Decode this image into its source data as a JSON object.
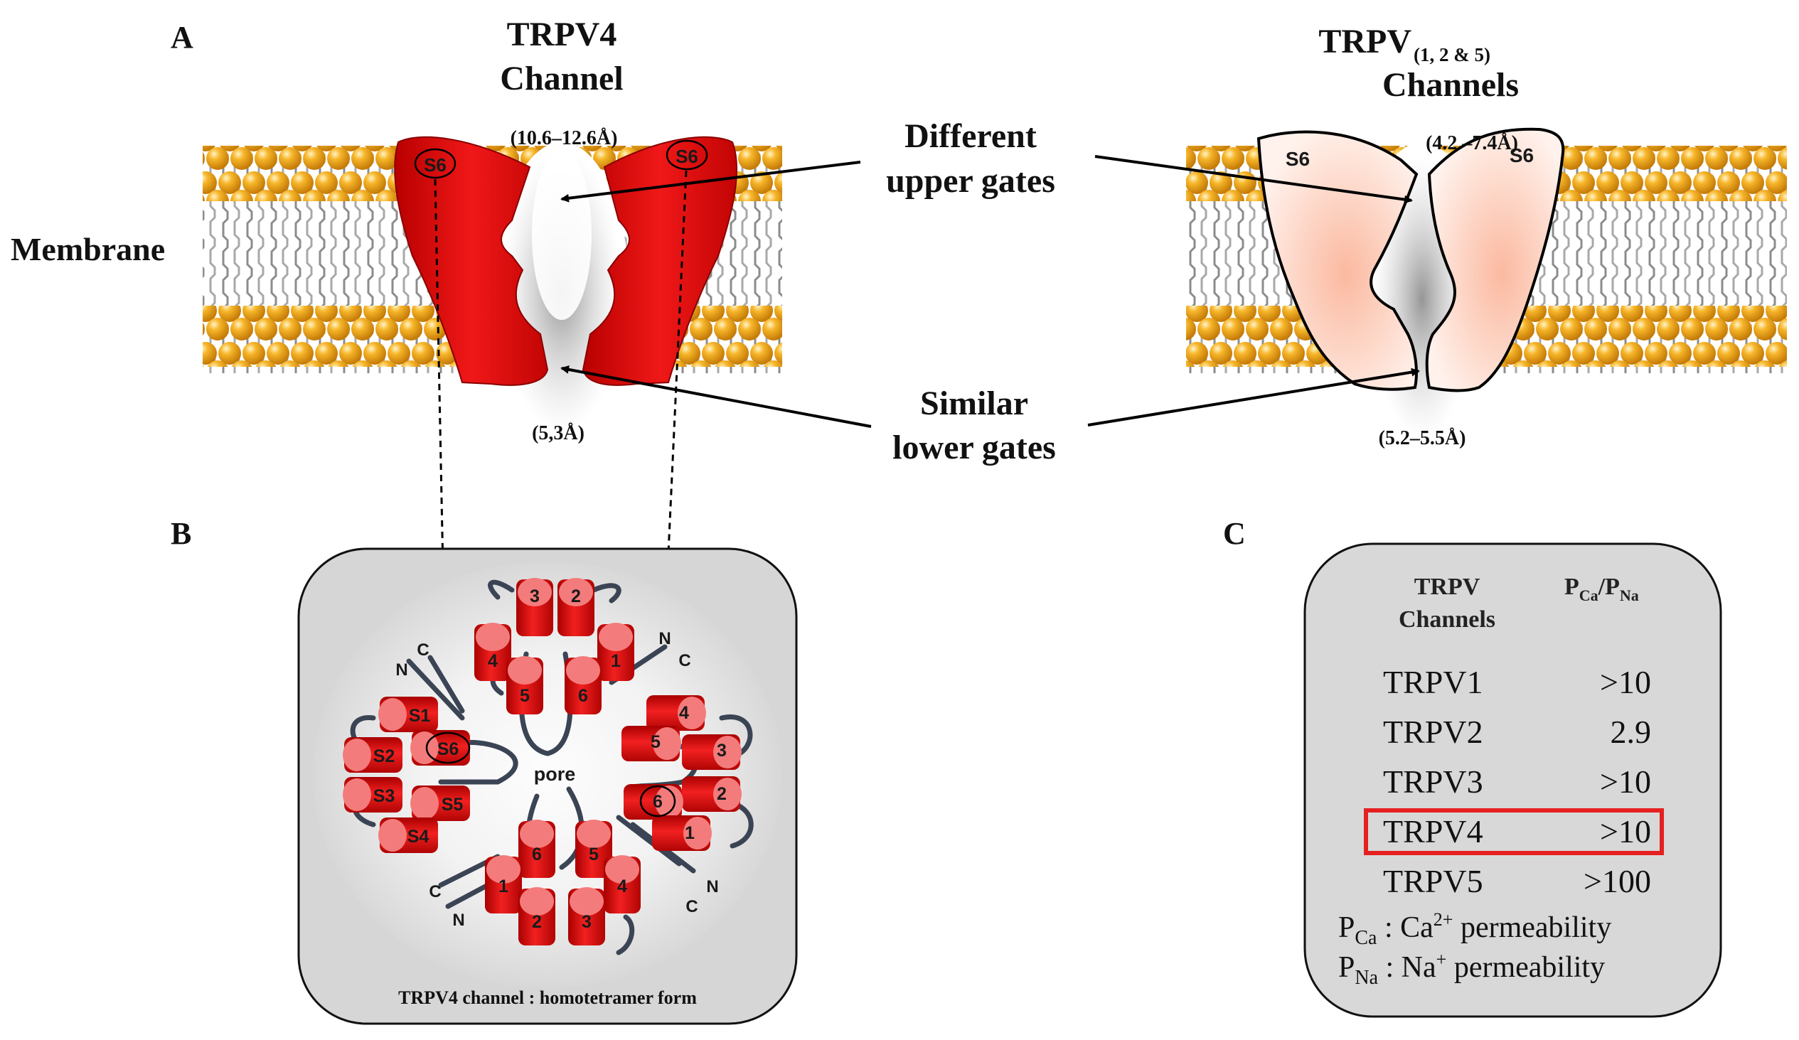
{
  "panels": {
    "a": "A",
    "b": "B",
    "c": "C"
  },
  "membrane_label": "Membrane",
  "trpv4": {
    "title_line1": "TRPV4",
    "title_line2": "Channel",
    "upper_gate": "(10.6–12.6Å)",
    "lower_gate": "(5,3Å)",
    "segment": "S6"
  },
  "trpv125": {
    "title_main": "TRPV",
    "title_sub": "(1, 2 & 5)",
    "title_line2": "Channels",
    "upper_gate": "(4.2 –7.4Å)",
    "lower_gate": "(5.2–5.5Å)",
    "segment": "S6"
  },
  "annotations": {
    "upper_line1": "Different",
    "upper_line2": "upper gates",
    "lower_line1": "Similar",
    "lower_line2": "lower gates"
  },
  "tetramer": {
    "caption": "TRPV4 channel : homotetramer form",
    "pore": "pore",
    "segments_left": [
      "S1",
      "S2",
      "S3",
      "S4",
      "S5",
      "S6"
    ],
    "numbers": [
      "1",
      "2",
      "3",
      "4",
      "5",
      "6"
    ],
    "n": "N",
    "c": "C"
  },
  "table": {
    "header_col1_line1": "TRPV",
    "header_col1_line2": "Channels",
    "header_col2_p": "P",
    "header_col2_ca": "Ca",
    "header_col2_slash": "/P",
    "header_col2_na": "Na",
    "rows": [
      {
        "name": "TRPV1",
        "value": ">10",
        "highlight": false
      },
      {
        "name": "TRPV2",
        "value": "2.9",
        "highlight": false
      },
      {
        "name": "TRPV3",
        "value": ">10",
        "highlight": false
      },
      {
        "name": "TRPV4",
        "value": ">10",
        "highlight": true
      },
      {
        "name": "TRPV5",
        "value": ">100",
        "highlight": false
      }
    ],
    "legend_ca_p": "P",
    "legend_ca_sub": "Ca",
    "legend_ca_text": " : Ca",
    "legend_ca_sup": "2+",
    "legend_ca_end": " permeability",
    "legend_na_p": "P",
    "legend_na_sub": "Na",
    "legend_na_text": " : Na",
    "legend_na_sup": "+",
    "legend_na_end": " permeability"
  },
  "colors": {
    "channel_red": "#e01010",
    "channel_pink": "#fdd8cc",
    "lipid_head": "#f2a81d",
    "panel_grey": "#dedede",
    "highlight_box": "#e52020"
  }
}
